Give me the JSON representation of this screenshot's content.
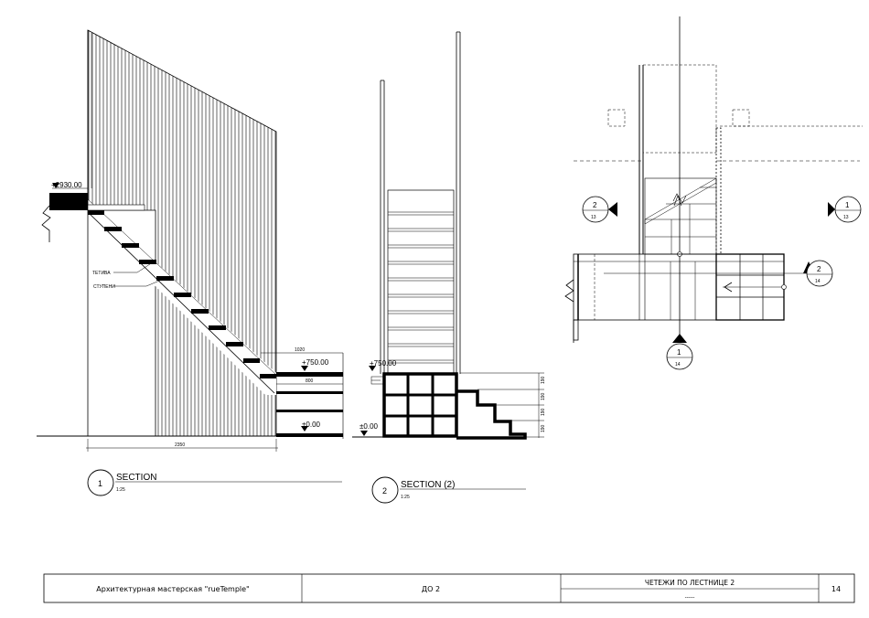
{
  "section1": {
    "title": "SECTION",
    "number": "1",
    "scale": "1:25",
    "elev_top": "+2930.00",
    "elev_mid": "+750.00",
    "elev_zero": "±0.00",
    "label_stringer": "ТЕТИВА",
    "label_treads": "СТУПЕНИ",
    "dim_width": "2350",
    "dim_1020": "1020",
    "dim_800": "800"
  },
  "section2": {
    "title": "SECTION (2)",
    "number": "2",
    "scale": "1:25",
    "elev_mid": "+750.00",
    "elev_zero": "±0.00",
    "dims": [
      "190",
      "190",
      "190",
      "190"
    ]
  },
  "plan_markers": {
    "m_left": {
      "num": "2",
      "sheet": "13"
    },
    "m_right": {
      "num": "1",
      "sheet": "13"
    },
    "m_mid_right": {
      "num": "2",
      "sheet": "14"
    },
    "m_bottom": {
      "num": "1",
      "sheet": "14"
    }
  },
  "title_block": {
    "studio": "Архитектурная мастерская \"rueTemple\"",
    "code": "ДО 2",
    "sheet_title": "ЧЕТЕЖИ ПО ЛЕСТНИЦЕ 2",
    "sheet_sub": "-----",
    "page": "14"
  }
}
